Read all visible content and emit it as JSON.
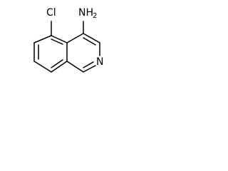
{
  "molecule": {
    "atoms": {
      "chlorine": "Cl",
      "amine_main": "NH",
      "amine_sub": "2",
      "ring_nitrogen": "N"
    }
  }
}
